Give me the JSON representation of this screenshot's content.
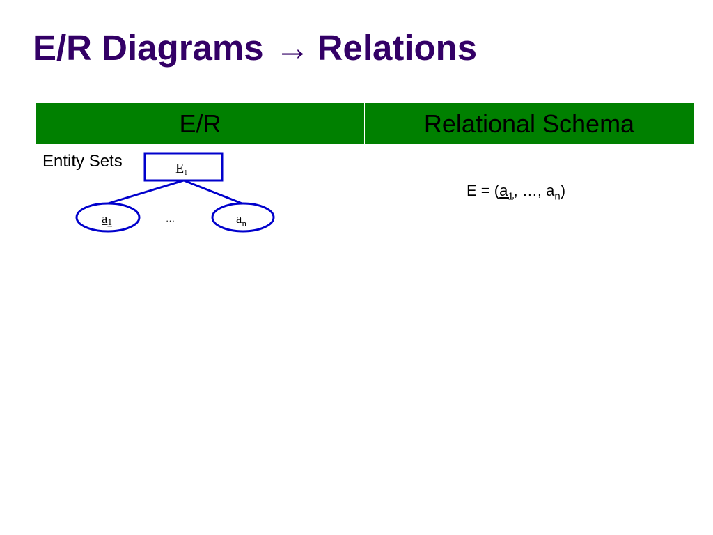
{
  "slide": {
    "title_left": "E/R Diagrams",
    "title_right": "Relations",
    "title_arrow": "→"
  },
  "table_header": {
    "col1": "E/R",
    "col2": "Relational Schema"
  },
  "row_label": "Entity Sets",
  "diagram": {
    "entity_name": "E",
    "entity_subscript": "1",
    "attr1_name": "a",
    "attr1_subscript": "1",
    "attrn_name": "a",
    "attrn_subscript": "n",
    "ellipsis": "…"
  },
  "schema": {
    "prefix": "E = (",
    "first_attr": "a",
    "first_sub": "1",
    "middle": ", …, ",
    "last_attr": "a",
    "last_sub": "n",
    "suffix": ")"
  },
  "colors": {
    "title": "#330066",
    "header_bg": "#008000",
    "diagram_stroke": "#0000cc"
  }
}
